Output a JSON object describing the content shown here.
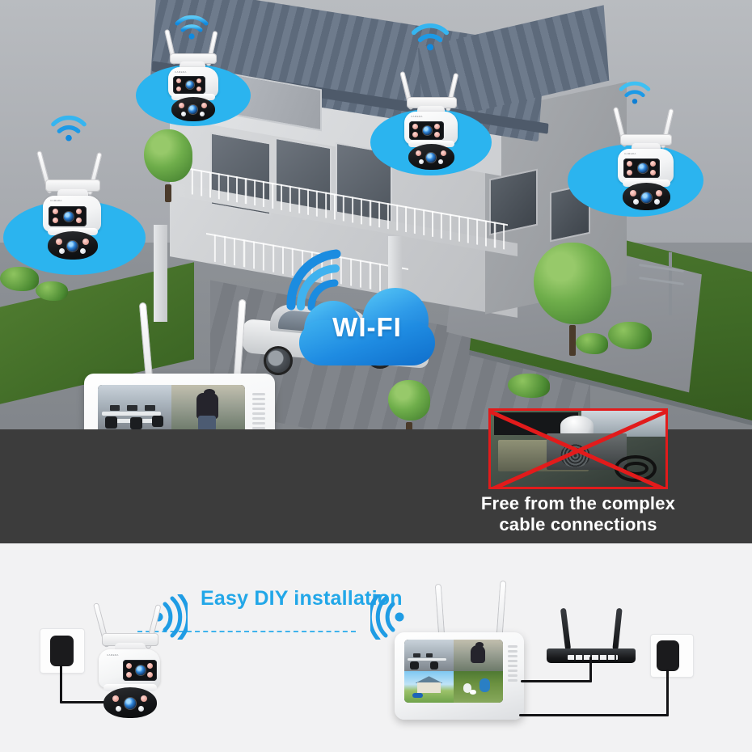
{
  "page": {
    "product": "Wireless WiFi Security Camera System",
    "panels": 3
  },
  "colors": {
    "accent_blue": "#29abe2",
    "wifi_blue": "#1f9ce4",
    "spotlight_blue": "#2bb4ef",
    "dark_band": "#3c3c3c",
    "light_panel": "#f2f2f3",
    "no_symbol_red": "#e21b1b",
    "caption_white": "#ffffff",
    "diy_text_blue": "#22a7e8",
    "sky_gray": "#b0b4b9",
    "lawn_green": "#47782c",
    "roof_blue_gray": "#62707f"
  },
  "scene": {
    "name": "house-exterior-3d-render",
    "description": "Modern two-story house with carport, lawn and parked car",
    "cameras": [
      {
        "id": "camera-1",
        "position": "upper-left-roofline",
        "wifi_icon": "wifi-signal-icon",
        "spotlight": "blue-ellipse"
      },
      {
        "id": "camera-2",
        "position": "roof-peak-center",
        "wifi_icon": "wifi-signal-icon",
        "spotlight": "blue-ellipse"
      },
      {
        "id": "camera-3",
        "position": "left-wall-lower",
        "wifi_icon": "wifi-signal-icon",
        "spotlight": "blue-ellipse"
      },
      {
        "id": "camera-4",
        "position": "right-wall",
        "wifi_icon": "wifi-signal-icon",
        "spotlight": "blue-ellipse"
      }
    ],
    "camera_spec": {
      "type": "dual-lens-ptz-wifi-camera",
      "antennas": 2,
      "lenses": 2,
      "housing_color": "white",
      "dome_color": "black"
    },
    "cloud_badge": {
      "label": "WI-FI",
      "icon": "cloud-icon",
      "arcs_icon": "wifi-arcs-icon"
    },
    "nvr": {
      "name": "wireless-nvr-monitor",
      "antennas": 2,
      "screen_layout": "2x2-quad-view",
      "quadrants": [
        {
          "id": "quad-top-left",
          "label": "office-interior"
        },
        {
          "id": "quad-top-right",
          "label": "intruder-at-door"
        },
        {
          "id": "quad-bottom-left",
          "label": "house-driveway"
        },
        {
          "id": "quad-bottom-right",
          "label": "family-in-yard"
        }
      ]
    }
  },
  "band": {
    "photo": {
      "name": "messy-dvr-cable-photo",
      "overlay": "red-cross-out",
      "contents": [
        "analog-dvr-rack",
        "bnc-connectors",
        "coiled-cable",
        "hard-hat",
        "cooling-fan"
      ]
    },
    "caption_line1": "Free from the complex",
    "caption_line2": "cable connections"
  },
  "diy": {
    "title": "Easy DIY installation",
    "connector": "dashed-blue-line",
    "left_group": {
      "camera": "dual-lens-ptz-wifi-camera",
      "outlet": "wall-outlet",
      "adapter": "power-adapter",
      "wifi_icon": "wifi-arcs-right-icon"
    },
    "right_group": {
      "nvr": "wireless-nvr-monitor",
      "router": "wifi-router",
      "outlet": "wall-outlet",
      "adapter": "power-adapter",
      "wifi_icon": "wifi-arcs-left-icon"
    }
  }
}
